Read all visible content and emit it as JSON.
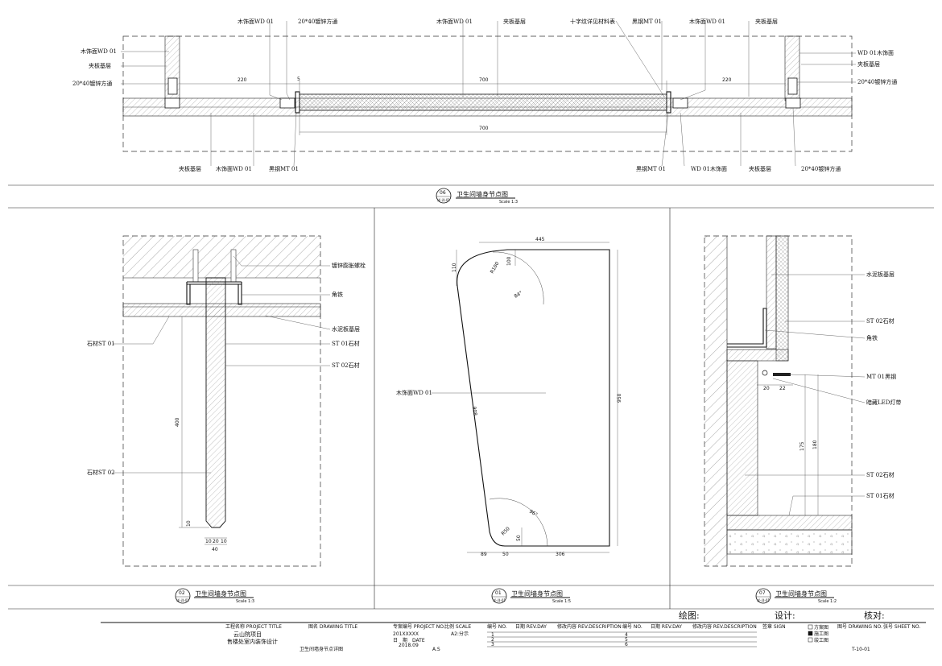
{
  "detail06": {
    "labels": {
      "wood_top_left": "木饰面WD 01",
      "tube_top_left": "20*40镀锌方通",
      "wood_top_mid": "木饰面WD 01",
      "ply_top_mid": "夹板基层",
      "cross_note": "十字纹详见材料表",
      "steel_top_right": "黑钢MT 01",
      "wood_top_right": "木饰面WD 01",
      "ply_top_right": "夹板基层",
      "wood_left": "木饰面WD 01",
      "ply_left": "夹板基层",
      "tube_left": "20*40镀锌方通",
      "wood_right": "WD 01木饰面",
      "ply_right": "夹板基层",
      "tube_right": "20*40镀锌方通",
      "ply_bot_left": "夹板基层",
      "wood_bot_left": "木饰面WD 01",
      "steel_bot_left": "黑钢MT 01",
      "steel_bot_right": "黑钢MT 01",
      "wood_bot_right": "WD 01木饰面",
      "ply_bot_right": "夹板基层",
      "tube_bot_right": "20*40镀锌方通"
    },
    "dims": {
      "left": "220",
      "mid": "700",
      "right": "220",
      "mid_bottom": "700",
      "small": "5"
    },
    "title": {
      "num": "06",
      "sheet": "详-详-01",
      "name": "卫生间墙身节点图",
      "scale": "Scale 1:3"
    }
  },
  "detail02": {
    "labels": {
      "bolt": "镀锌膨胀螺栓",
      "angle": "角铁",
      "cement": "水泥板基层",
      "stone_left": "石材ST 01",
      "stone1": "ST 01石材",
      "stone2": "ST 02石材",
      "stone_left2": "石材ST 02"
    },
    "dims": {
      "h": "400",
      "b1": "10",
      "b2": "20",
      "b3": "10",
      "w": "40",
      "tip": "10"
    },
    "title": {
      "num": "02",
      "sheet": "详-详-01",
      "name": "卫生间墙身节点图",
      "scale": "Scale 1:3"
    }
  },
  "detail01": {
    "labels": {
      "wood": "木饰面WD 01"
    },
    "dims": {
      "top": "445",
      "left_top": "110",
      "r_top": "R100",
      "d100": "100",
      "ang_top": "84°",
      "height": "950",
      "slope": "908",
      "ang_bot": "96°",
      "r_bot": "R50",
      "d50v": "50",
      "b89": "89",
      "b50": "50",
      "b306": "306"
    },
    "title": {
      "num": "01",
      "sheet": "详-详-01",
      "name": "卫生间墙身节点图",
      "scale": "Scale 1:5"
    }
  },
  "detail07": {
    "labels": {
      "cement": "水泥板基层",
      "stone2": "ST 02石材",
      "angle": "角铁",
      "steel": "MT 01黑钢",
      "led": "暗藏LED灯带",
      "stone2b": "ST 02石材",
      "stone1": "ST 01石材"
    },
    "dims": {
      "d20": "20",
      "d22": "22",
      "d175": "175",
      "d180": "180"
    },
    "title": {
      "num": "07",
      "sheet": "详-详-01",
      "name": "卫生间墙身节点图",
      "scale": "Scale 1:2"
    }
  },
  "signoff": {
    "draw": "绘图:",
    "design": "设计:",
    "check": "核对:"
  },
  "titleblock": {
    "project_label": "工程名称 PROJECT TITLE",
    "project_value1": "云山院项目",
    "project_value2": "售楼处室内装饰设计",
    "drawing_label": "图名 DRAWING TITLE",
    "drawing_value": "卫生间墙身节点详图",
    "projno_label": "专案编号 PROJECT NO.",
    "projno_value": "201XXXXX",
    "date_label": "日　期　DATE",
    "date_value": "2018.09",
    "scale_label": "比例 SCALE",
    "scale_value": "A2:分示",
    "scale_value2": "A.S",
    "rev_no": "编号 NO.",
    "rev_date": "日期 REV.DAY",
    "rev_desc": "修改内容 REV.DESCRIPTION",
    "rev_no2": "编号 NO.",
    "rev_date2": "日期 REV.DAY",
    "rev_desc2": "修改内容 REV.DESCRIPTION",
    "rev_rows_a": [
      "1",
      "2",
      "3"
    ],
    "rev_rows_b": [
      "4",
      "5",
      "6"
    ],
    "sign_label": "签章 SIGN",
    "stage1": "方案图",
    "stage2": "施工图",
    "stage3": "竣工图",
    "dwgno_label": "图号 DRAWING NO.",
    "sheetno_label": "张号 SHEET NO.",
    "dwgno_value": "T-10-01"
  }
}
